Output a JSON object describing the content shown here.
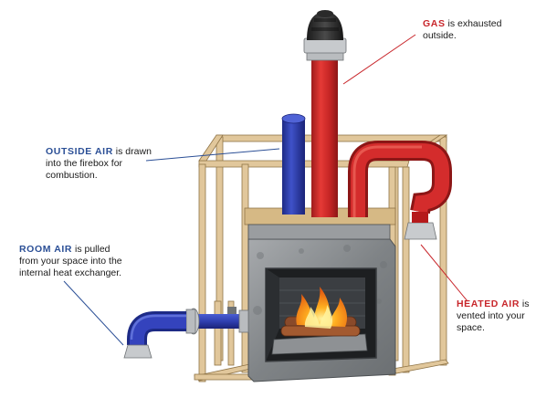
{
  "colors": {
    "outside_air_blue": "#2b4f96",
    "gas_red": "#c8262b",
    "pipe_red": "#d42c2c",
    "pipe_blue": "#2f3fb0",
    "framing_wood": "#d8bd8e",
    "firebox_steel": "#8a8d90"
  },
  "callouts": {
    "gas": {
      "keyword": "GAS",
      "line1_rest": " is exhausted",
      "line2": "outside."
    },
    "outside_air": {
      "keyword": "OUTSIDE AIR",
      "line1_rest": " is drawn",
      "line2": "into the firebox for",
      "line3": "combustion."
    },
    "room_air": {
      "keyword": "ROOM AIR",
      "line1_rest": " is pulled",
      "line2": "from your space into the",
      "line3": "internal heat exchanger."
    },
    "heated_air": {
      "keyword": "HEATED AIR",
      "line1_rest": " is",
      "line2": "vented into your",
      "line3": "space."
    }
  },
  "components": [
    "vent-cap",
    "exhaust-pipe",
    "outside-air-pipe",
    "heated-air-duct",
    "wall-framing",
    "firebox",
    "fire-logs",
    "room-air-duct"
  ]
}
